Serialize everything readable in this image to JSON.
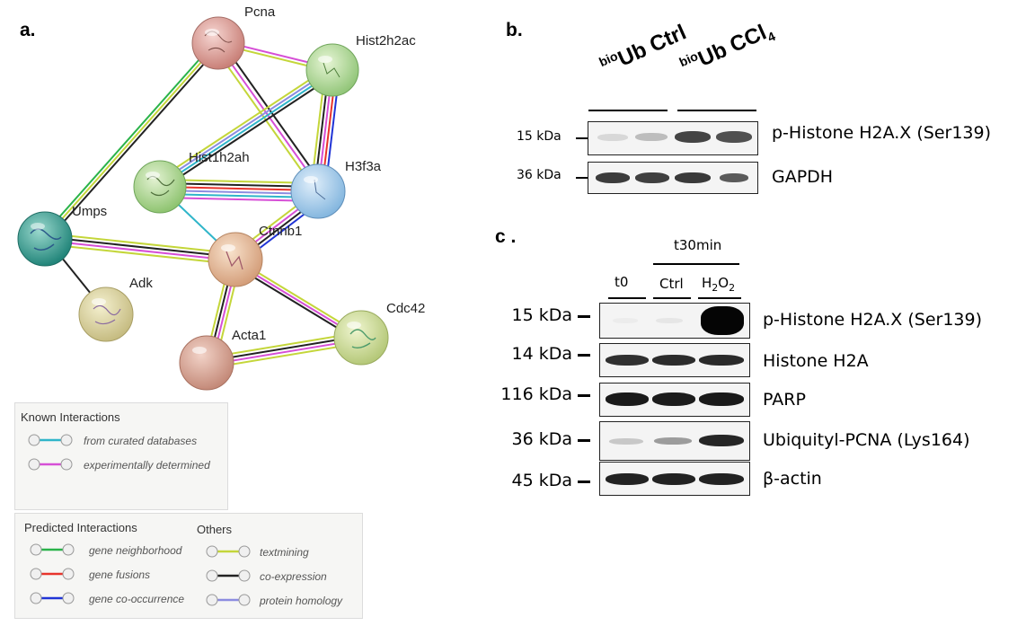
{
  "panel_a": {
    "label": "a.",
    "nodes": [
      "Pcna",
      "Hist2h2ac",
      "Hist1h2ah",
      "H3f3a",
      "Umps",
      "Ctnnb1",
      "Adk",
      "Cdc42",
      "Acta1"
    ],
    "legend": {
      "known_title": "Known Interactions",
      "known_items": [
        "from curated databases",
        "experimentally determined"
      ],
      "predicted_title": "Predicted Interactions",
      "predicted_items": [
        "gene neighborhood",
        "gene fusions",
        "gene co-occurrence"
      ],
      "others_title": "Others",
      "others_items": [
        "textmining",
        "co-expression",
        "protein homology"
      ]
    },
    "colors": {
      "curated": "#2fb5c9",
      "experimental": "#d64fd6",
      "neighborhood": "#2ab34a",
      "fusion": "#e8342c",
      "cooccurrence": "#2034d6",
      "textmining": "#c4d63a",
      "coexpression": "#222222",
      "homology": "#8c8ce0"
    }
  },
  "panel_b": {
    "label": "b.",
    "group1_sup": "bio",
    "group1": "Ub Ctrl",
    "group2_sup": "bio",
    "group2": "Ub CCl",
    "group2_sub": "4",
    "rows": [
      {
        "kda": "15 kDa",
        "name": "p-Histone H2A.X (Ser139)"
      },
      {
        "kda": "36 kDa",
        "name": "GAPDH"
      }
    ]
  },
  "panel_c": {
    "label": "c .",
    "time_header": "t30min",
    "lanes": {
      "t0": "t0",
      "ctrl": "Ctrl",
      "h2o2_h": "H",
      "h2o2_2a": "2",
      "h2o2_o": "O",
      "h2o2_2b": "2"
    },
    "rows": [
      {
        "kda": "15 kDa",
        "name": "p-Histone H2A.X (Ser139)"
      },
      {
        "kda": "14 kDa",
        "name": "Histone H2A"
      },
      {
        "kda": "116 kDa",
        "name": "PARP"
      },
      {
        "kda": "36 kDa",
        "name": "Ubiquityl-PCNA (Lys164)"
      },
      {
        "kda": "45 kDa",
        "name": "β-actin"
      }
    ]
  }
}
